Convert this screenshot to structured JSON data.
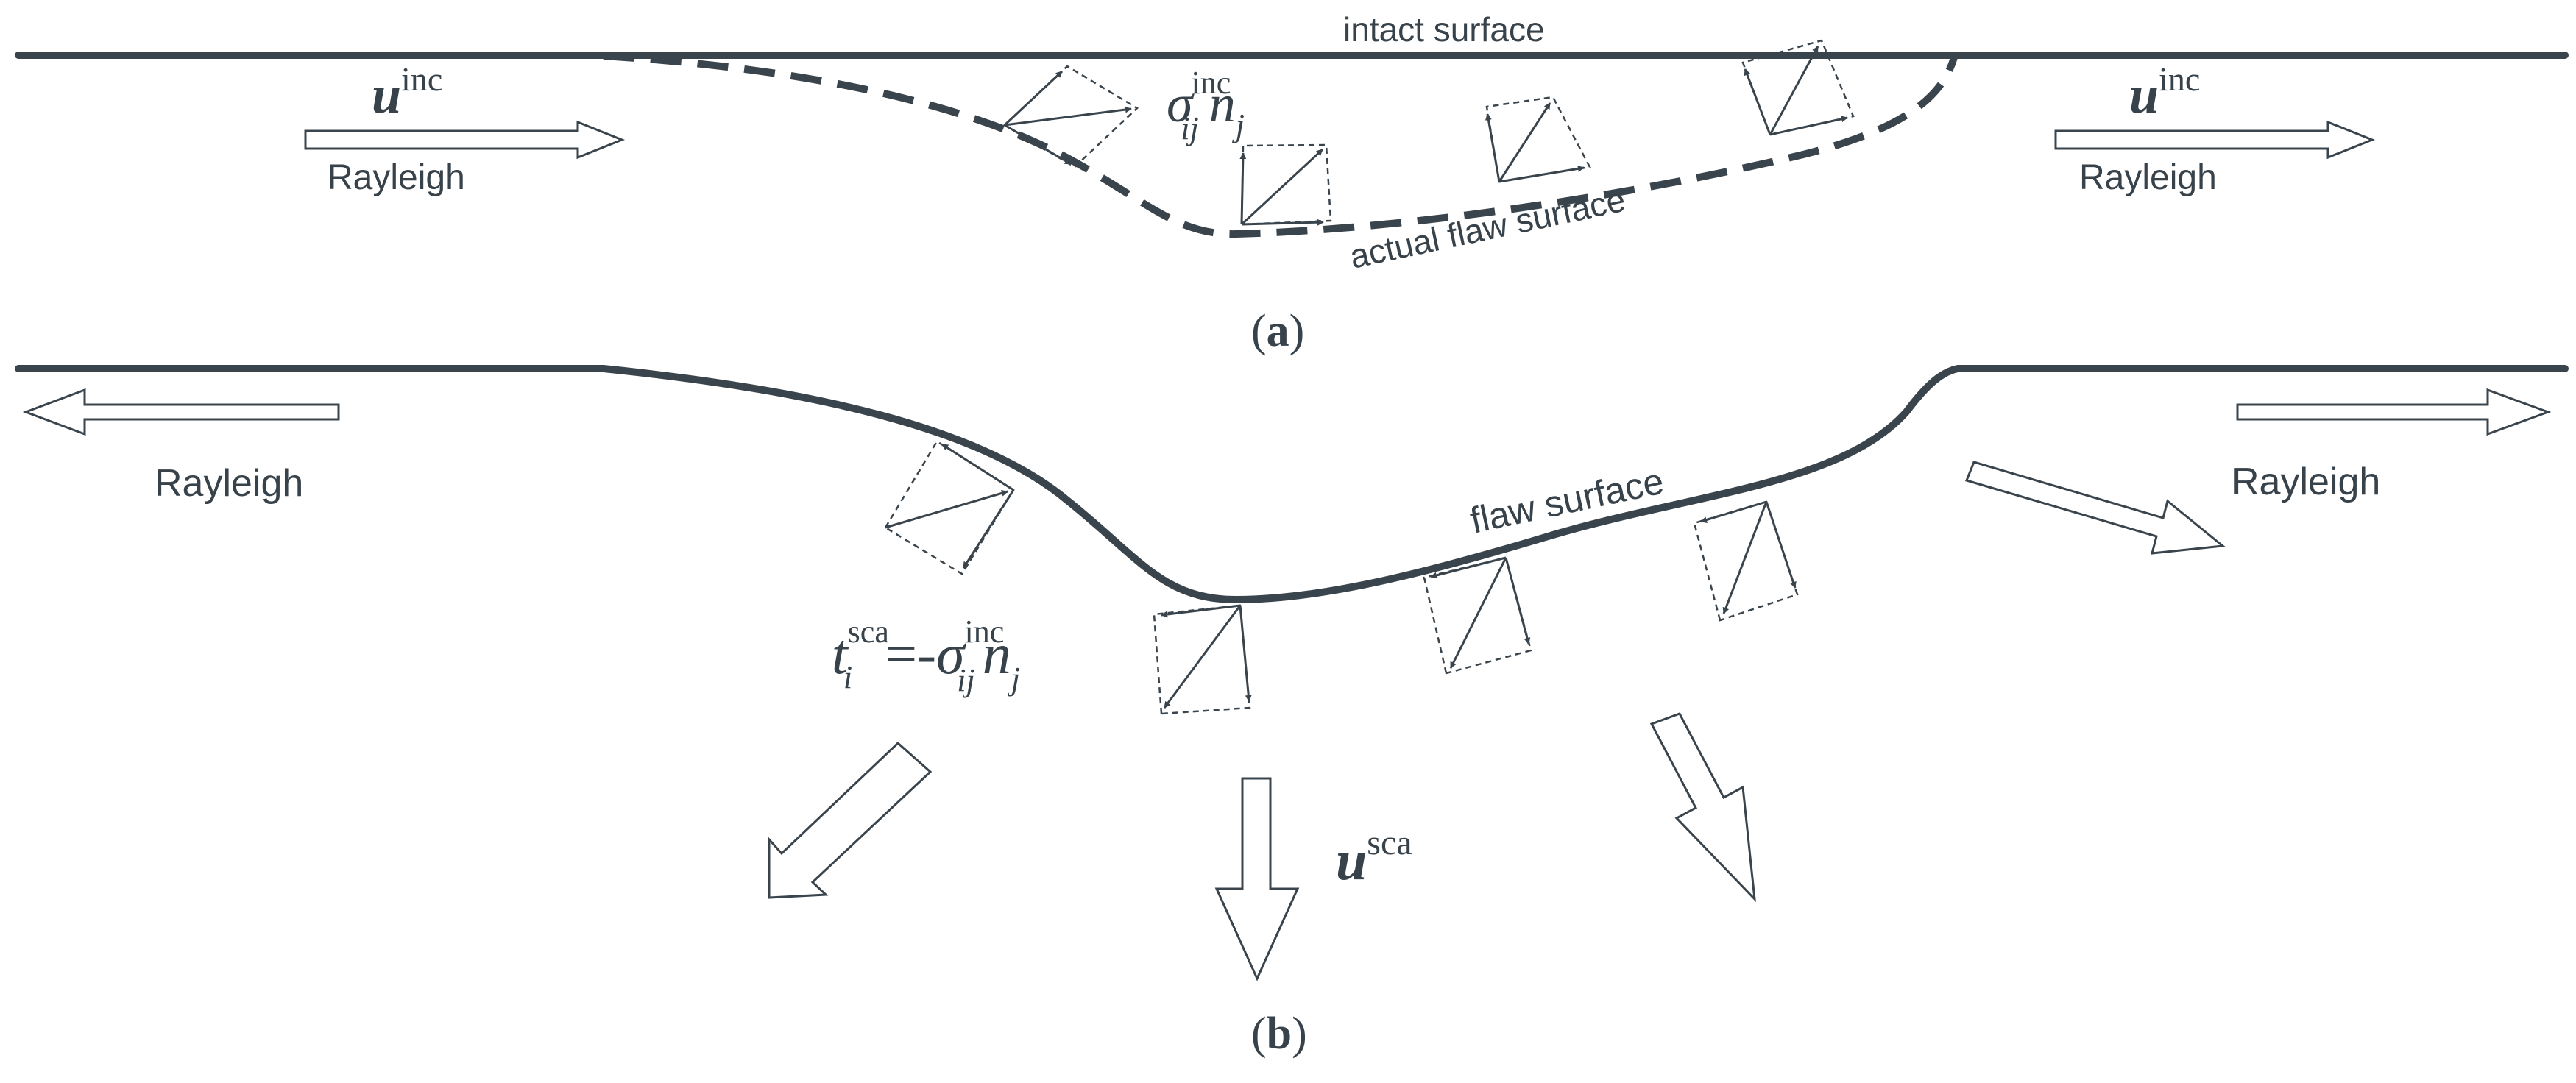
{
  "panel_a": {
    "intact_surface_label": "intact surface",
    "actual_flaw_label": "actual flaw surface",
    "incident_left": {
      "symbol": "u",
      "superscript": "inc",
      "label": "Rayleigh"
    },
    "incident_right": {
      "symbol": "u",
      "superscript": "inc",
      "label": "Rayleigh"
    },
    "stress": {
      "sigma": "σ",
      "sub": "ij",
      "sup": "inc",
      "n": "n",
      "n_sub": "j"
    },
    "caption": {
      "open": "(",
      "letter": "a",
      "close": ")"
    }
  },
  "panel_b": {
    "flaw_surface_label": "flaw surface",
    "rayleigh_left": "Rayleigh",
    "rayleigh_right": "Rayleigh",
    "traction": {
      "t": "t",
      "t_sub": "i",
      "t_sup": "sca",
      "eq": "=-",
      "sigma": "σ",
      "sigma_sub": "ij",
      "sigma_sup": "inc",
      "n": "n",
      "n_sub": "j"
    },
    "scattered": {
      "symbol": "u",
      "superscript": "sca"
    },
    "caption": {
      "open": "(",
      "letter": "b",
      "close": ")"
    }
  },
  "colors": {
    "ink": "#37424a",
    "background": "#ffffff"
  }
}
